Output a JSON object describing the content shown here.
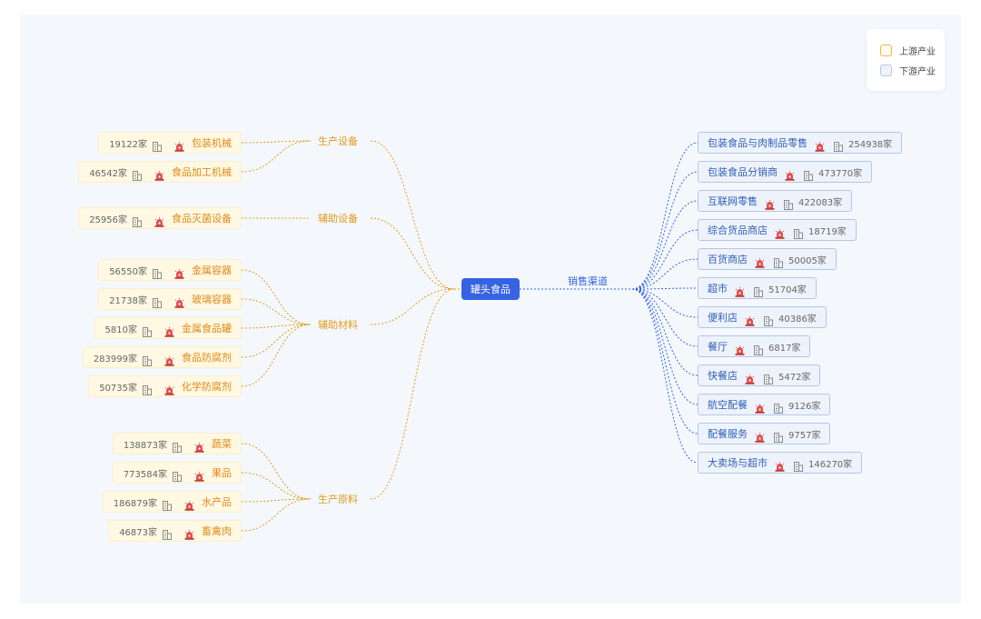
{
  "legend": {
    "upstream_label": "上游产业",
    "downstream_label": "下游产业"
  },
  "root": {
    "label": "罐头食品"
  },
  "colors": {
    "upstream": "#e39a1a",
    "downstream": "#3662e3",
    "root_bg": "#3662e3"
  },
  "upstream": [
    {
      "label": "生产设备",
      "items": [
        {
          "name": "包装机械",
          "count": "19122家"
        },
        {
          "name": "食品加工机械",
          "count": "46542家"
        }
      ]
    },
    {
      "label": "辅助设备",
      "items": [
        {
          "name": "食品灭菌设备",
          "count": "25956家"
        }
      ]
    },
    {
      "label": "辅助材料",
      "items": [
        {
          "name": "金属容器",
          "count": "56550家"
        },
        {
          "name": "玻璃容器",
          "count": "21738家"
        },
        {
          "name": "金属食品罐",
          "count": "5810家"
        },
        {
          "name": "食品防腐剂",
          "count": "283999家"
        },
        {
          "name": "化学防腐剂",
          "count": "50735家"
        }
      ]
    },
    {
      "label": "生产原料",
      "items": [
        {
          "name": "蔬菜",
          "count": "138873家"
        },
        {
          "name": "果品",
          "count": "773584家"
        },
        {
          "name": "水产品",
          "count": "186879家"
        },
        {
          "name": "畜禽肉",
          "count": "46873家"
        }
      ]
    }
  ],
  "downstream": [
    {
      "label": "销售渠道",
      "items": [
        {
          "name": "包装食品与肉制品零售",
          "count": "254938家"
        },
        {
          "name": "包装食品分销商",
          "count": "473770家"
        },
        {
          "name": "互联网零售",
          "count": "422083家"
        },
        {
          "name": "综合货品商店",
          "count": "18719家"
        },
        {
          "name": "百货商店",
          "count": "50005家"
        },
        {
          "name": "超市",
          "count": "51704家"
        },
        {
          "name": "便利店",
          "count": "40386家"
        },
        {
          "name": "餐厅",
          "count": "6817家"
        },
        {
          "name": "快餐店",
          "count": "5472家"
        },
        {
          "name": "航空配餐",
          "count": "9126家"
        },
        {
          "name": "配餐服务",
          "count": "9757家"
        },
        {
          "name": "大卖场与超市",
          "count": "146270家"
        }
      ]
    }
  ]
}
